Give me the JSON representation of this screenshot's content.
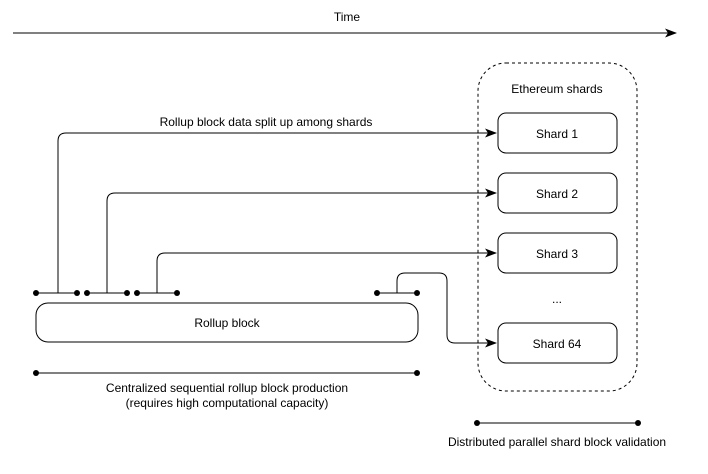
{
  "diagram": {
    "time_label": "Time",
    "top_annotation": "Rollup block data split up among shards",
    "shard_container": {
      "title": "Ethereum shards",
      "shards": [
        {
          "label": "Shard 1"
        },
        {
          "label": "Shard 2"
        },
        {
          "label": "Shard 3"
        },
        {
          "label": "Shard 64"
        }
      ],
      "ellipsis": "..."
    },
    "rollup_block": {
      "label": "Rollup block"
    },
    "bottom_left_caption": {
      "line1": "Centralized sequential rollup block production",
      "line2": "(requires high computational capacity)"
    },
    "bottom_right_caption": "Distributed parallel shard block validation",
    "colors": {
      "line": "#000000",
      "background": "#ffffff",
      "text": "#000000"
    }
  }
}
